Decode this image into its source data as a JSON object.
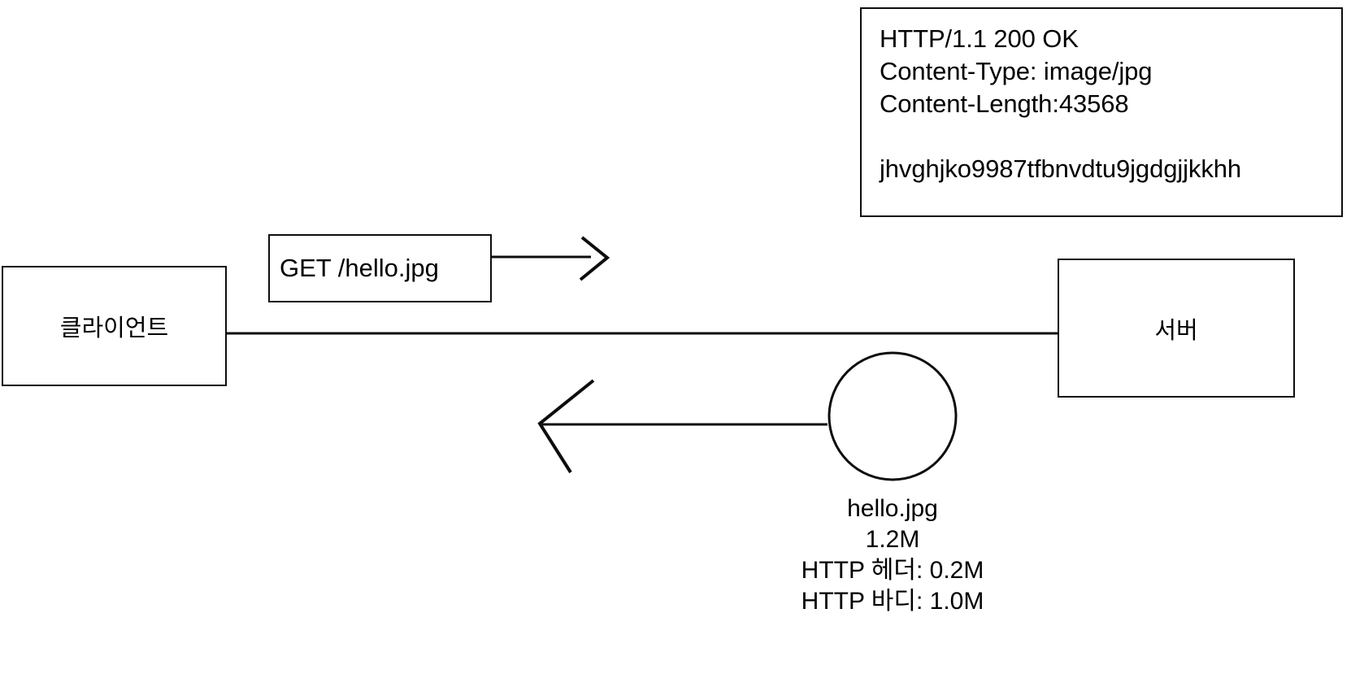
{
  "diagram": {
    "title": "HTTP request and response between client and server",
    "stroke_color": "#0d0d0d",
    "background_color": "#ffffff"
  },
  "http_response_box": {
    "status_line": "HTTP/1.1 200 OK",
    "header_content_type": "Content-Type: image/jpg",
    "header_content_length": "Content-Length:43568",
    "body": "jhvghjko9987tfbnvdtu9jgdgjjkkhh"
  },
  "request_label": {
    "text": "GET /hello.jpg"
  },
  "nodes": {
    "client": "클라이언트",
    "server": "서버"
  },
  "payload": {
    "filename": "hello.jpg",
    "total_size": "1.2M",
    "header_size": "HTTP 헤더: 0.2M",
    "body_size": "HTTP 바디: 1.0M"
  },
  "arrows": {
    "request_direction": "client-to-server",
    "response_direction": "server-to-client"
  }
}
